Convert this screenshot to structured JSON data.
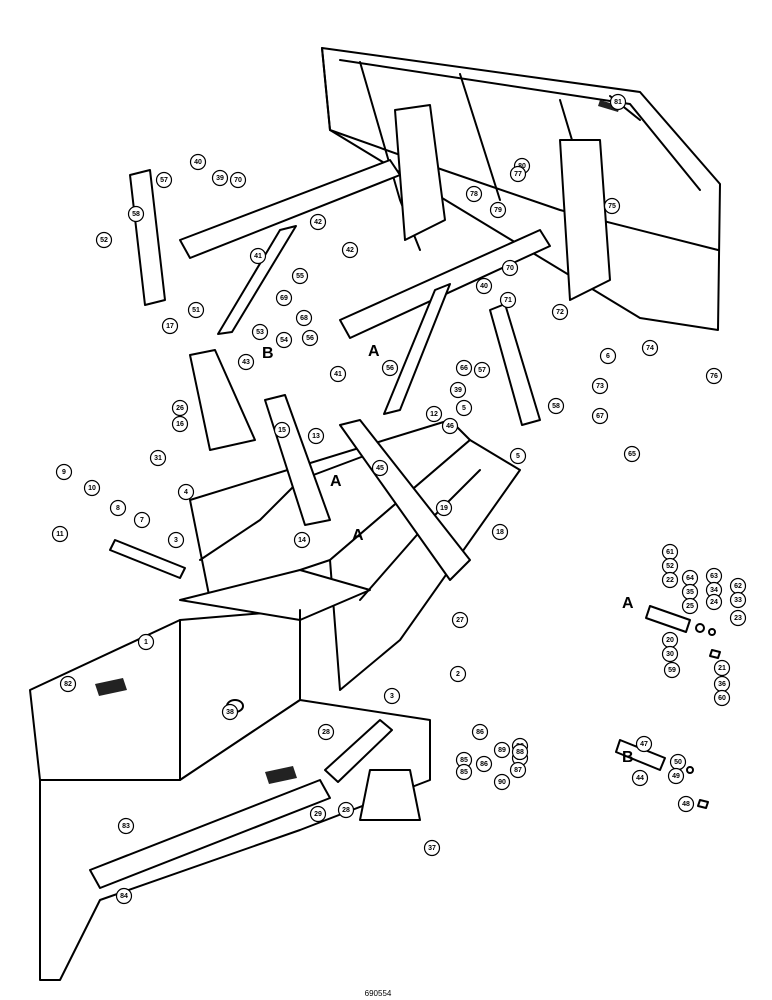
{
  "figure_id": "690554",
  "section_labels": [
    "A",
    "A",
    "A",
    "A",
    "B",
    "B"
  ],
  "callouts": [
    "81",
    "80",
    "77",
    "78",
    "79",
    "75",
    "76",
    "74",
    "73",
    "72",
    "71",
    "70",
    "70",
    "40",
    "57",
    "39",
    "58",
    "52",
    "42",
    "42",
    "41",
    "55",
    "69",
    "68",
    "53",
    "54",
    "51",
    "56",
    "56",
    "17",
    "43",
    "26",
    "16",
    "31",
    "4",
    "9",
    "10",
    "8",
    "11",
    "7",
    "3",
    "1",
    "82",
    "38",
    "2",
    "3",
    "28",
    "28",
    "29",
    "83",
    "84",
    "85",
    "86",
    "88",
    "87",
    "37",
    "65",
    "67",
    "6",
    "5",
    "5",
    "58",
    "12",
    "13",
    "15",
    "14",
    "19",
    "18",
    "27",
    "45",
    "46",
    "39",
    "41",
    "40",
    "57",
    "66",
    "61",
    "52",
    "22",
    "64",
    "35",
    "25",
    "63",
    "34",
    "24",
    "62",
    "33",
    "23",
    "20",
    "30",
    "59",
    "21",
    "36",
    "60",
    "47",
    "50",
    "49",
    "44",
    "48",
    "85",
    "86",
    "89",
    "88",
    "87",
    "90"
  ]
}
